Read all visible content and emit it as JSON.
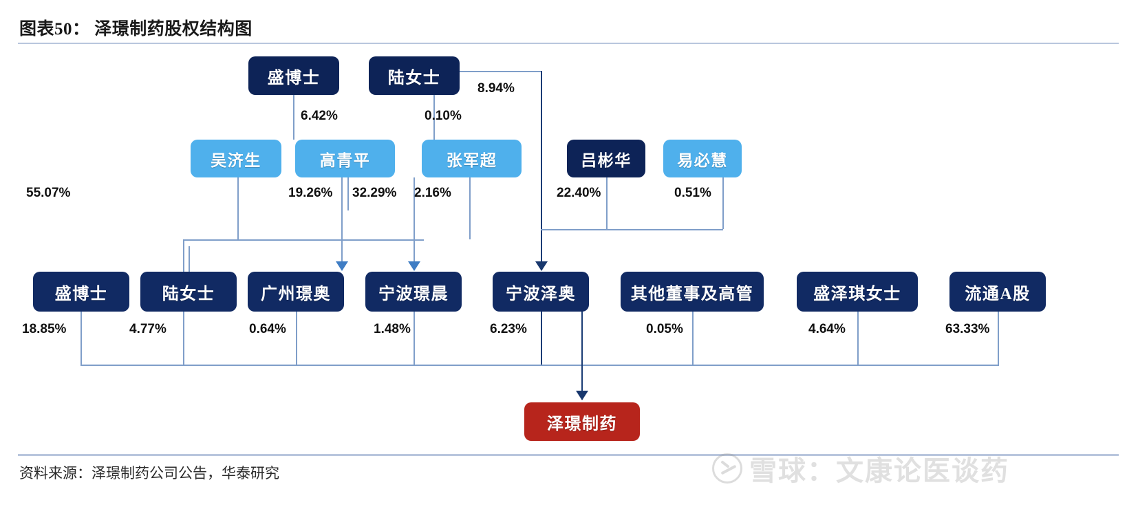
{
  "header": {
    "title": "图表50： 泽璟制药股权结构图"
  },
  "footer": {
    "source": "资料来源：泽璟制药公司公告，华泰研究"
  },
  "watermark": {
    "text": "雪球：文康论医谈药",
    "logo_icon": "xueqiu-logo-icon"
  },
  "colors": {
    "dark_navy": "#0d2357",
    "navy": "#112a63",
    "light_blue": "#4fb0ec",
    "red": "#b7251c",
    "line_light": "#7f9ec9",
    "line_dark": "#1b3c75",
    "rule": "#b9c6dd"
  },
  "chart_data": {
    "type": "diagram",
    "title": "泽璟制药股权结构图",
    "tier1": [
      {
        "id": "sheng_dr_top",
        "label": "盛博士",
        "style": "dark"
      },
      {
        "id": "lu_ms_top",
        "label": "陆女士",
        "style": "dark"
      }
    ],
    "tier2": [
      {
        "id": "wu_jisheng",
        "label": "吴济生",
        "style": "light"
      },
      {
        "id": "gao_qingping",
        "label": "高青平",
        "style": "light"
      },
      {
        "id": "zhang_junchao",
        "label": "张军超",
        "style": "light"
      },
      {
        "id": "lv_binhua",
        "label": "吕彬华",
        "style": "dark"
      },
      {
        "id": "yi_bihui",
        "label": "易必慧",
        "style": "light"
      }
    ],
    "tier3": [
      {
        "id": "sheng_dr",
        "label": "盛博士",
        "style": "navy",
        "pct": "18.85%"
      },
      {
        "id": "lu_ms",
        "label": "陆女士",
        "style": "navy",
        "pct": "4.77%"
      },
      {
        "id": "guangzhou_jingao",
        "label": "广州璟奥",
        "style": "navy",
        "pct": "0.64%"
      },
      {
        "id": "ningbo_jingchen",
        "label": "宁波璟晨",
        "style": "navy",
        "pct": "1.48%"
      },
      {
        "id": "ningbo_zeao",
        "label": "宁波泽奥",
        "style": "navy",
        "pct": "6.23%"
      },
      {
        "id": "other_directors",
        "label": "其他董事及高管",
        "style": "navy",
        "pct": "0.05%"
      },
      {
        "id": "sheng_zeqi_ms",
        "label": "盛泽琪女士",
        "style": "navy",
        "pct": "4.64%"
      },
      {
        "id": "circulating_a_shares",
        "label": "流通A股",
        "style": "navy",
        "pct": "63.33%"
      }
    ],
    "target": {
      "id": "zejing_pharma",
      "label": "泽璟制药",
      "style": "red"
    },
    "upper_percentages": [
      {
        "id": "pct_sheng_to_gao",
        "value": "6.42%",
        "from": "盛博士",
        "to": "高青平"
      },
      {
        "id": "pct_lu_to_zhang",
        "value": "0.10%",
        "from": "陆女士",
        "to": "张军超"
      },
      {
        "id": "pct_lu_to_ningbo_zeao",
        "value": "8.94%",
        "from": "陆女士",
        "to": "宁波泽奥"
      },
      {
        "id": "pct_wu_to_guangzhou",
        "value": "55.07%",
        "from": "吴济生",
        "to": "广州璟奥"
      },
      {
        "id": "pct_gao_to_guangzhou",
        "value": "19.26%",
        "from": "高青平",
        "to": "广州璟奥"
      },
      {
        "id": "pct_gao_to_ningbo_jingchen",
        "value": "32.29%",
        "from": "高青平",
        "to": "宁波璟晨"
      },
      {
        "id": "pct_zhang_to_ningbo_jingchen",
        "value": "2.16%",
        "from": "张军超",
        "to": "宁波璟晨"
      },
      {
        "id": "pct_lv_to_ningbo_zeao",
        "value": "22.40%",
        "from": "吕彬华",
        "to": "宁波泽奥"
      },
      {
        "id": "pct_yi_to_ningbo_zeao",
        "value": "0.51%",
        "from": "易必慧",
        "to": "宁波泽奥"
      }
    ]
  }
}
